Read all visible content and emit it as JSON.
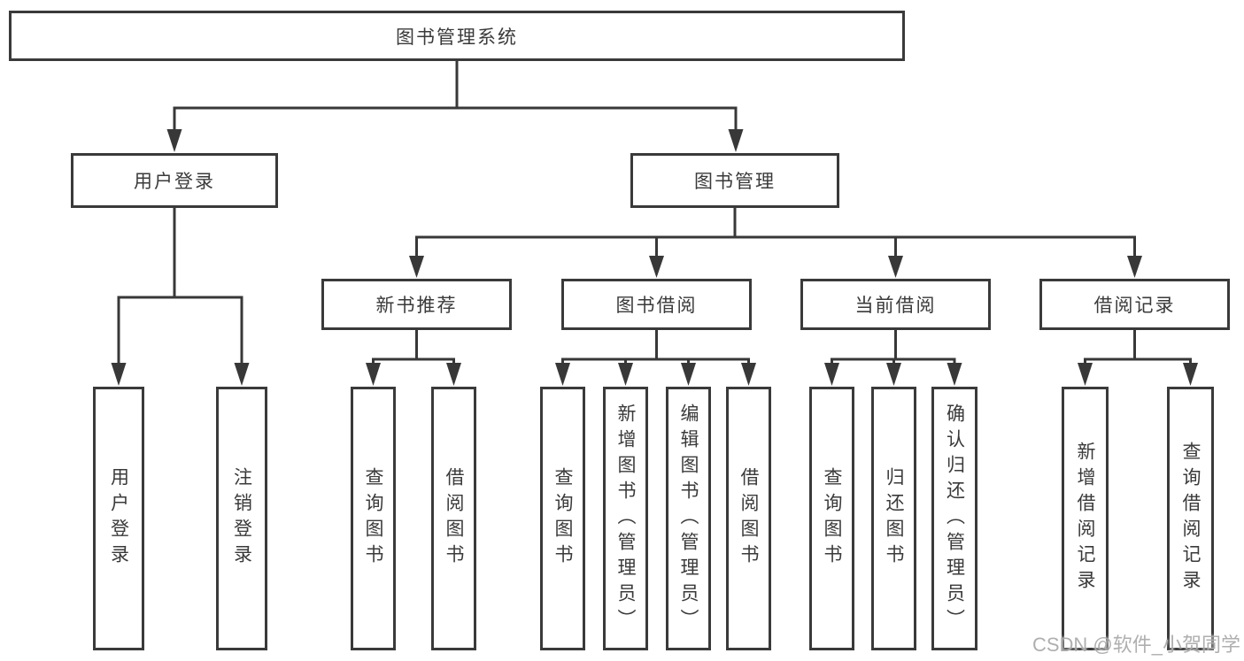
{
  "diagram": {
    "tree": {
      "root": {
        "label": "图书管理系统",
        "children": [
          {
            "label": "用户登录",
            "children": [
              {
                "label": "用户登录"
              },
              {
                "label": "注销登录"
              }
            ]
          },
          {
            "label": "图书管理",
            "children": [
              {
                "label": "新书推荐",
                "children": [
                  {
                    "label": "查询图书"
                  },
                  {
                    "label": "借阅图书"
                  }
                ]
              },
              {
                "label": "图书借阅",
                "children": [
                  {
                    "label": "查询图书"
                  },
                  {
                    "label": "新增图书（管理员）"
                  },
                  {
                    "label": "编辑图书（管理员）"
                  },
                  {
                    "label": "借阅图书"
                  }
                ]
              },
              {
                "label": "当前借阅",
                "children": [
                  {
                    "label": "查询图书"
                  },
                  {
                    "label": "归还图书"
                  },
                  {
                    "label": "确认归还（管理员）"
                  }
                ]
              },
              {
                "label": "借阅记录",
                "children": [
                  {
                    "label": "新增借阅记录"
                  },
                  {
                    "label": "查询借阅记录"
                  }
                ]
              }
            ]
          }
        ]
      }
    },
    "watermark": "CSDN @软件_小贺同学",
    "colors": {
      "line": "#383838",
      "border": "#3a3a3a",
      "text": "#3a3a3a",
      "watermark": "#a8a8a8",
      "background": "#ffffff"
    }
  }
}
